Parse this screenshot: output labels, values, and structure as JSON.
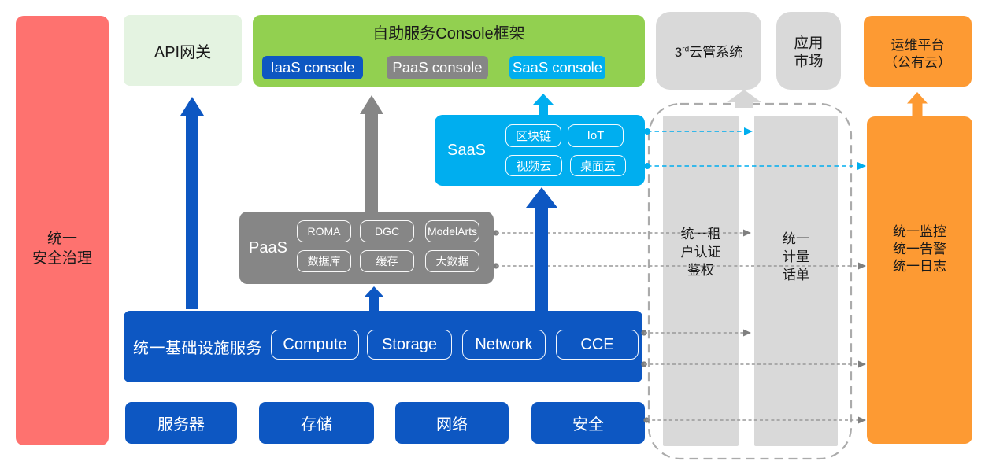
{
  "colors": {
    "red": "#FE726F",
    "paleGreen": "#E4F3E1",
    "green": "#92D050",
    "blue": "#0D57C2",
    "cyan": "#00AEEF",
    "gray": "#868686",
    "lightGray": "#D9D9D9",
    "orange": "#FD9A33",
    "lineGray": "#999999",
    "dotGray": "#7F7F7F",
    "dashBorder": "#ABABAB",
    "arrowLightGray": "#D6D6D6",
    "textDark": "#1A1A1A"
  },
  "security_pillar": {
    "lines": [
      "统一",
      "安全治理"
    ]
  },
  "api_gateway": {
    "label": "API网关"
  },
  "console_frame": {
    "title": "自助服务Console框架",
    "buttons": [
      {
        "label": "IaaS console"
      },
      {
        "label": "PaaS console"
      },
      {
        "label": "SaaS console"
      }
    ]
  },
  "third_party_cloud": {
    "prefix": "3",
    "sup": "rd",
    "rest": "云管系统"
  },
  "app_market": {
    "lines": [
      "应用",
      "市场"
    ]
  },
  "ops_platform": {
    "lines": [
      "运维平台",
      "（公有云）"
    ]
  },
  "saas": {
    "label": "SaaS",
    "services": [
      "区块链",
      "IoT",
      "视频云",
      "桌面云"
    ]
  },
  "paas": {
    "label": "PaaS",
    "services": [
      "ROMA",
      "DGC",
      "ModelArts",
      "数据库",
      "缓存",
      "大数据"
    ]
  },
  "iaas": {
    "label": "统一基础设施服务",
    "services": [
      "Compute",
      "Storage",
      "Network",
      "CCE"
    ]
  },
  "hardware": [
    "服务器",
    "存储",
    "网络",
    "安全"
  ],
  "rails": {
    "tenant_auth": {
      "lines": [
        "统一租",
        "户认证",
        "鉴权"
      ]
    },
    "metering": {
      "lines": [
        "统一",
        "计量",
        "话单"
      ]
    }
  },
  "ops_pillar": {
    "lines": [
      "统一监控",
      "统一告警",
      "统一日志"
    ]
  }
}
